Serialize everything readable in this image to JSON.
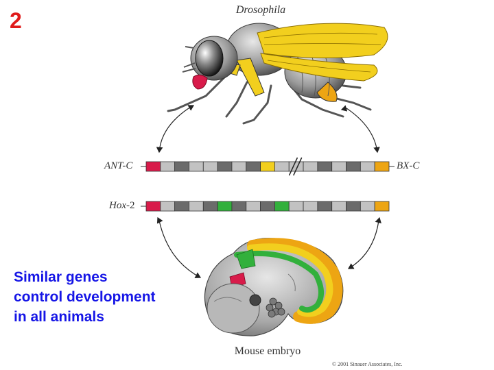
{
  "slide": {
    "number": "2"
  },
  "caption": {
    "lines": [
      "Similar genes",
      "control development",
      "in all animals"
    ]
  },
  "diagram": {
    "organism_top": "Drosophila",
    "organism_bottom": "Mouse embryo",
    "fly_cluster_left": "ANT-C",
    "fly_cluster_right": "BX-C",
    "mouse_cluster_prefix": "Hox",
    "mouse_cluster_suffix": "-2",
    "copyright": "© 2001 Sinauer Associates, Inc.",
    "colors": {
      "red": "#d81b4a",
      "yellow": "#f2cf1e",
      "orange": "#eda513",
      "green": "#32b03c",
      "dark_gray": "#6b6b6b",
      "light_gray": "#c2c2c2"
    },
    "fly_genes": [
      "red",
      "light",
      "dark",
      "light",
      "light",
      "dark",
      "light",
      "dark",
      "yellow",
      "light",
      "break",
      "light",
      "dark",
      "light",
      "dark",
      "light",
      "orange"
    ],
    "mouse_genes": [
      "red",
      "light",
      "dark",
      "light",
      "dark",
      "green",
      "dark",
      "light",
      "dark",
      "green",
      "light",
      "light",
      "dark",
      "light",
      "dark",
      "light",
      "orange"
    ]
  }
}
